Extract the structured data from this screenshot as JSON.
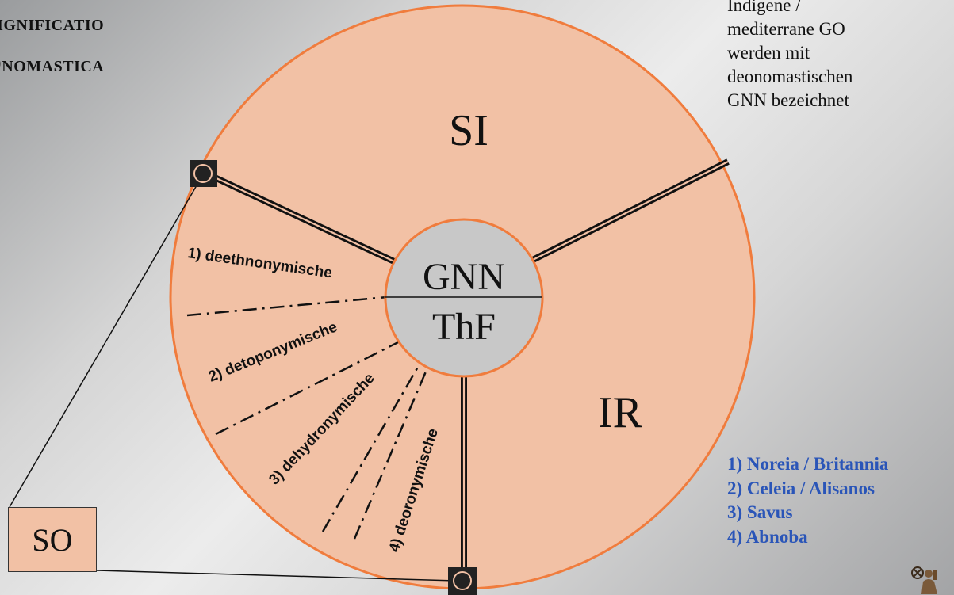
{
  "title": {
    "line1": "Significatio",
    "line2": "Onomastica"
  },
  "wheel": {
    "segment_top": "SI",
    "segment_right": "IR",
    "segment_left_box": "SO",
    "center_top": "GNN",
    "center_bottom": "ThF",
    "sub_categories": [
      "1) deethnonymische",
      "2) detoponymische",
      "3) dehydronymische",
      "4) deoronymische"
    ]
  },
  "note": {
    "lines": [
      "Indigene /",
      "mediterrane GO",
      "werden mit",
      "deonomastischen",
      "GNN bezeichnet"
    ]
  },
  "examples": {
    "items": [
      "1) Noreia / Britannia",
      "2) Celeia / Alisanos",
      "3) Savus",
      "4) Abnoba"
    ]
  },
  "colors": {
    "disk_fill": "#f2c1a5",
    "disk_border": "#f07c3d",
    "hub_fill": "#c8c8c8",
    "example_text": "#2a55b8"
  },
  "icons": {
    "corner_marker": "circle-in-square-icon",
    "logo": "figure-logo-icon"
  }
}
